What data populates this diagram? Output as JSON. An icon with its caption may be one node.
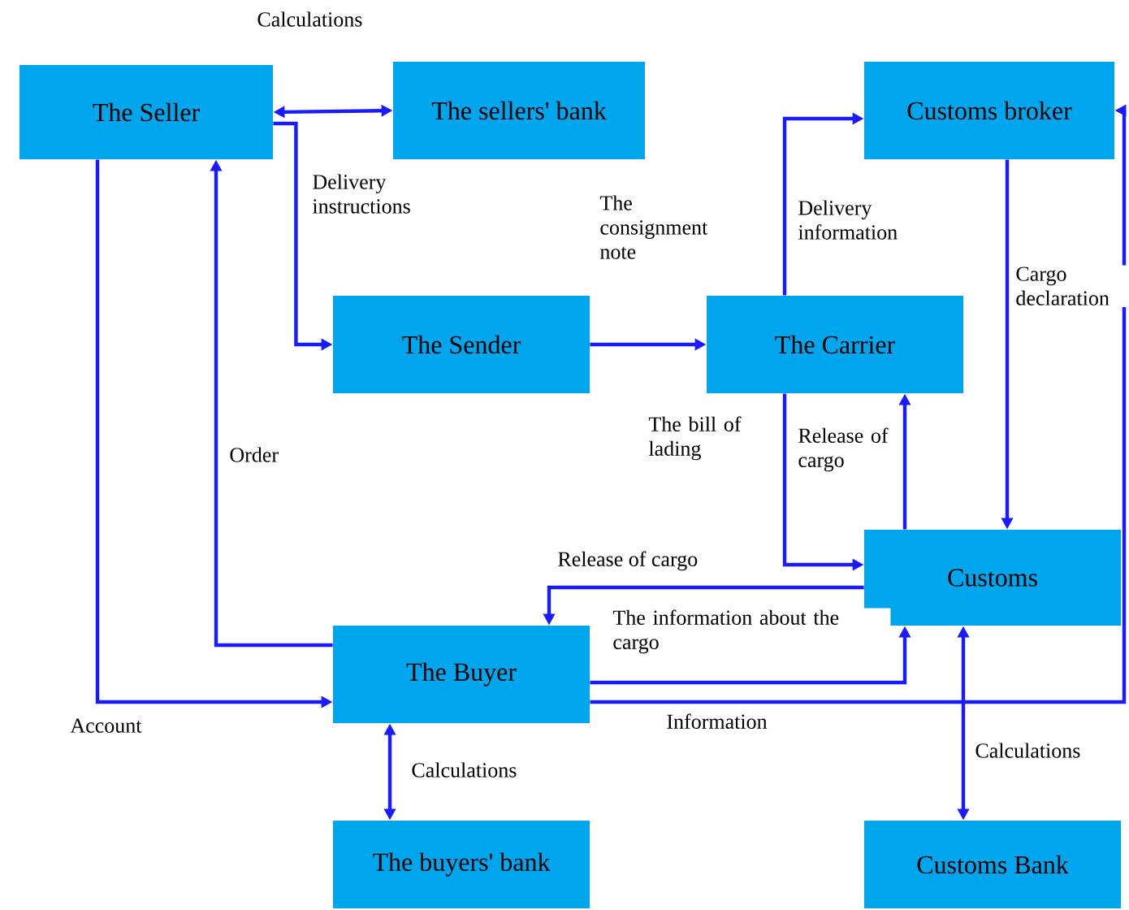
{
  "diagram": {
    "nodes": [
      {
        "text": [
          "The Seller"
        ]
      },
      {
        "text": [
          "The sellers' bank"
        ]
      },
      {
        "text": [
          "Customs broker"
        ]
      },
      {
        "text": [
          "The Sender"
        ]
      },
      {
        "text": [
          "The Carrier"
        ]
      },
      {
        "text": [
          "Customs"
        ]
      },
      {
        "text": [
          "The Buyer"
        ]
      },
      {
        "text": [
          "The buyers' bank"
        ]
      },
      {
        "text": [
          "Customs Bank"
        ]
      }
    ],
    "edges": [
      {
        "from": 0,
        "to": 1,
        "arrow": "both",
        "label": "Calculations"
      },
      {
        "from": 0,
        "to": 3,
        "arrow": "to",
        "label": "Delivery instructions"
      },
      {
        "from": 3,
        "to": 4,
        "arrow": "to",
        "label": "The consignment note"
      },
      {
        "from": 4,
        "to": 2,
        "arrow": "to",
        "label": "Delivery information"
      },
      {
        "from": 2,
        "to": 5,
        "arrow": "to",
        "label": "Cargo declaration"
      },
      {
        "from": 4,
        "to": 5,
        "arrow": "to",
        "label": "The bill of lading"
      },
      {
        "from": 5,
        "to": 4,
        "arrow": "to",
        "label": "Release of cargo"
      },
      {
        "from": 5,
        "to": 6,
        "arrow": "to",
        "label": "Release of cargo"
      },
      {
        "from": 6,
        "to": 5,
        "arrow": "to",
        "label": "The information about the cargo"
      },
      {
        "from": 6,
        "to": 2,
        "arrow": "to",
        "label": "Information"
      },
      {
        "from": 5,
        "to": 8,
        "arrow": "both",
        "label": "Calculations"
      },
      {
        "from": 0,
        "to": 6,
        "arrow": "to",
        "label": "Account"
      },
      {
        "from": 6,
        "to": 0,
        "arrow": "to",
        "label": "Order"
      },
      {
        "from": 6,
        "to": 7,
        "arrow": "both",
        "label": "Calculations"
      }
    ]
  }
}
